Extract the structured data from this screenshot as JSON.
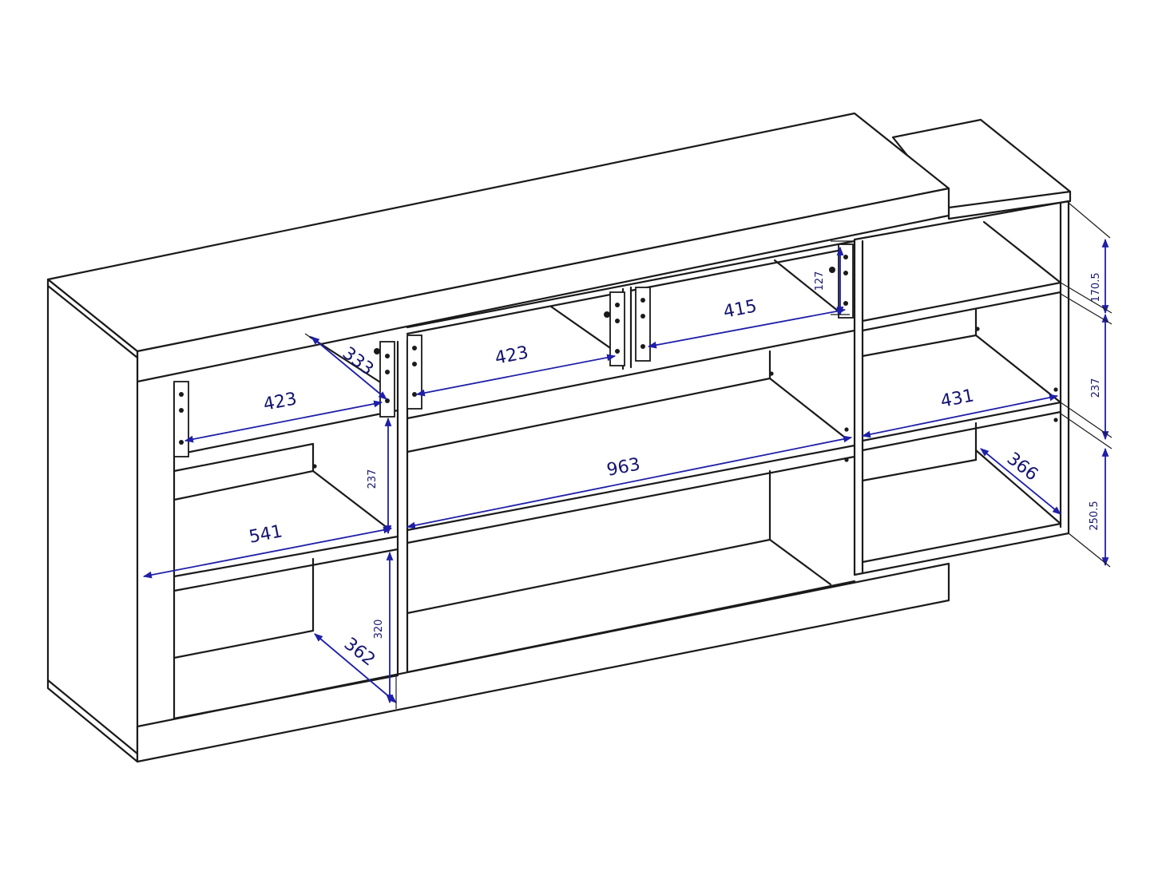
{
  "colors": {
    "line": "#1a1a1a",
    "dimension": "#1f1fa8",
    "label": "#14146e",
    "background": "#ffffff"
  },
  "dimensions": {
    "d_333": "333",
    "d_423_left": "423",
    "d_423_mid": "423",
    "d_415": "415",
    "d_127": "127",
    "d_541": "541",
    "d_963": "963",
    "d_431": "431",
    "d_366": "366",
    "d_237_left": "237",
    "d_320": "320",
    "d_362": "362",
    "d_170_5": "170.5",
    "d_237_right": "237",
    "d_250_5": "250.5"
  }
}
